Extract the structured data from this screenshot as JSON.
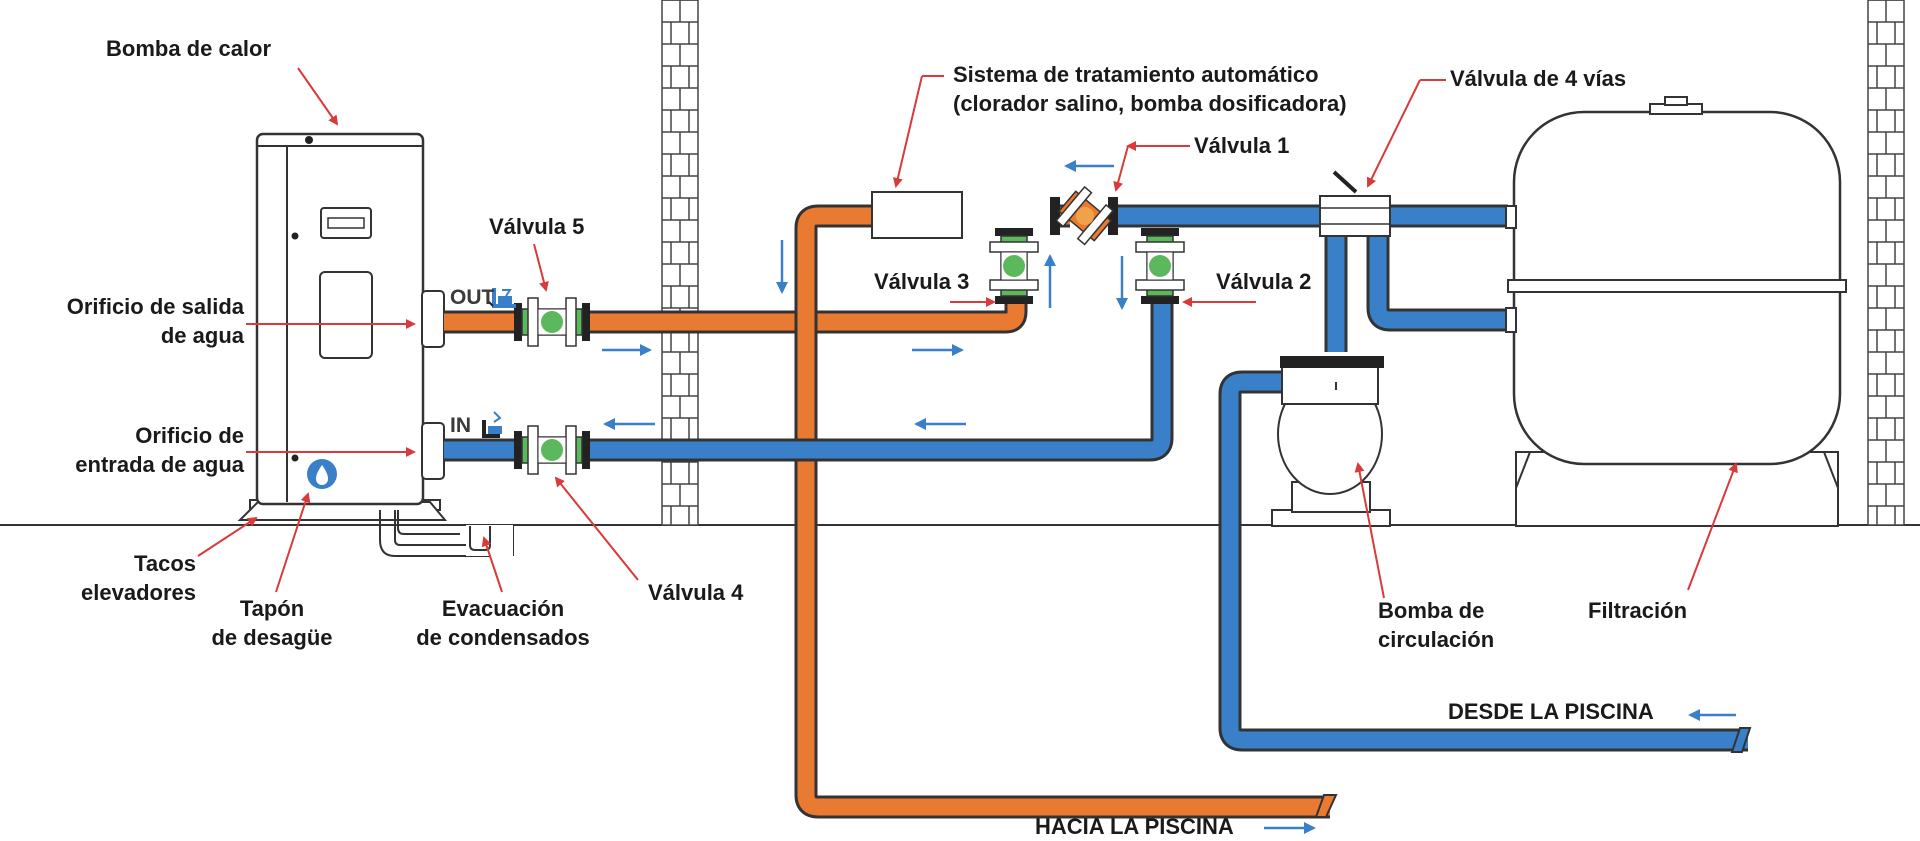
{
  "labels": {
    "bomba_calor": "Bomba de calor",
    "salida_1": "Orificio de salida",
    "salida_2": "de agua",
    "entrada_1": "Orificio de",
    "entrada_2": "entrada de agua",
    "tacos_1": "Tacos",
    "tacos_2": "elevadores",
    "tapon_1": "Tapón",
    "tapon_2": "de desagüe",
    "evac_1": "Evacuación",
    "evac_2": "de condensados",
    "valvula_1": "Válvula 1",
    "valvula_2": "Válvula 2",
    "valvula_3": "Válvula 3",
    "valvula_4": "Válvula 4",
    "valvula_5": "Válvula 5",
    "valvula_4vias": "Válvula de 4 vías",
    "sistema_1": "Sistema de tratamiento automático",
    "sistema_2": "(clorador salino, bomba dosificadora)",
    "bomba_circ_1": "Bomba de",
    "bomba_circ_2": "circulación",
    "filtracion": "Filtración",
    "desde_piscina": "DESDE LA PISCINA",
    "hacia_piscina": "HACIA LA PISCINA",
    "out_tag": "OUT",
    "in_tag": "IN"
  },
  "colors": {
    "hot_pipe": "#e87a32",
    "cold_pipe": "#3a80c8",
    "pipe_outline": "#333333",
    "valve_green": "#5cb85c",
    "label_arrow": "#d93a3a",
    "flow_arrow": "#3a80c8"
  }
}
